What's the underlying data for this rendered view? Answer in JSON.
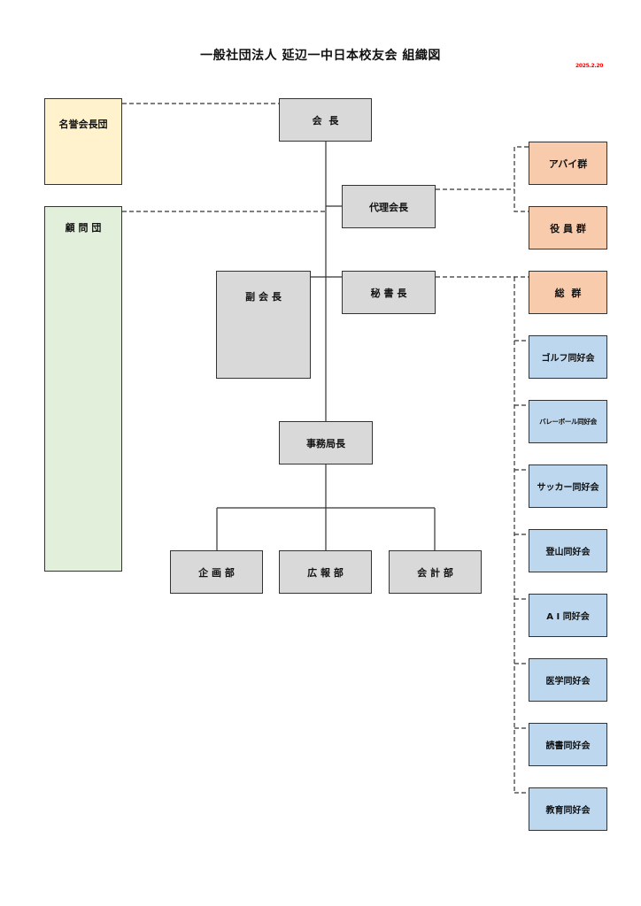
{
  "title": "一般社団法人 延辺一中日本校友会 組織図",
  "date": "2025.2.20",
  "colors": {
    "executive": "#d9d9d9",
    "honorary": "#fff2cc",
    "advisory": "#e2efda",
    "group": "#f8cbad",
    "club": "#bdd7ee",
    "date": "#ff0000"
  },
  "left_column": {
    "honorary": "名誉会長団",
    "advisors": "顧 問 団"
  },
  "executives": {
    "president": "会  長",
    "acting_president": "代理会長",
    "vice_president": "副 会 長",
    "secretary_general": "秘 書 長",
    "executive_director": "事務局長"
  },
  "departments": [
    "企 画 部",
    "広 報 部",
    "会 計 部"
  ],
  "groups": [
    "アバイ群",
    "役 員 群",
    "総  群"
  ],
  "clubs": [
    "ゴルフ同好会",
    "バレーボール同好会",
    "サッカー同好会",
    "登山同好会",
    "A I 同好会",
    "医学同好会",
    "読書同好会",
    "教育同好会"
  ]
}
